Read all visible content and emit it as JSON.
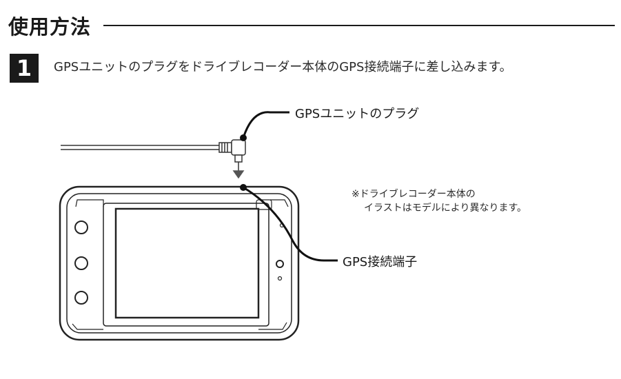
{
  "section": {
    "title": "使用方法"
  },
  "step": {
    "number": "1",
    "instruction": "GPSユニットのプラグをドライブレコーダー本体のGPS接続端子に差し込みます。"
  },
  "callouts": {
    "plug": "GPSユニットのプラグ",
    "port": "GPS接続端子"
  },
  "note": {
    "line1": "※ドライブレコーダー本体の",
    "line2": "イラストはモデルにより異なります。"
  }
}
